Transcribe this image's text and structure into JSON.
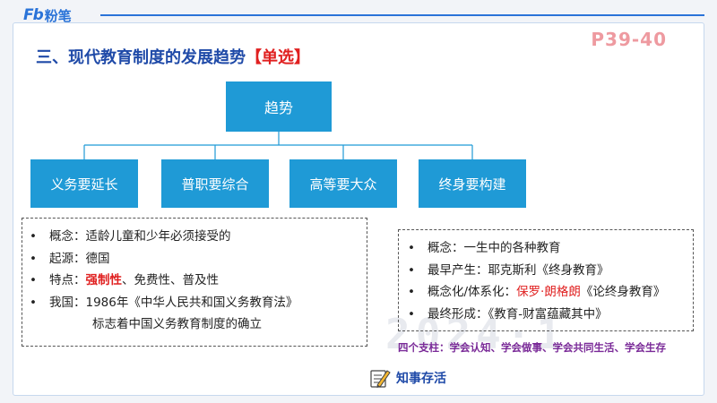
{
  "brand": {
    "logo_text": "Fb",
    "name": "粉笔"
  },
  "title": {
    "main": "三、现代教育制度的发展趋势",
    "tag": "【单选】"
  },
  "page_ref": "P39-40",
  "watermark": "2024·1",
  "tree": {
    "root": "趋势",
    "children": [
      "义务要延长",
      "普职要综合",
      "高等要大众",
      "终身要构建"
    ]
  },
  "left_box": {
    "bullet": "•",
    "concept": "概念：适龄儿童和少年必须接受的",
    "origin": "起源：德国",
    "features_prefix": "特点：",
    "features_emph": "强制性",
    "features_rest": "、免费性、普及性",
    "china_line1": "我国：1986年《中华人民共和国义务教育法》",
    "china_line2": "标志着中国义务教育制度的确立"
  },
  "right_box": {
    "bullet": "•",
    "concept": "概念：一生中的各种教育",
    "earliest": "最早产生：耶克斯利《终身教育》",
    "system_prefix": "概念化/体系化：",
    "system_name": "保罗·朗格朗",
    "system_book": "《论终身教育》",
    "final": "最终形成：《教育-财富蕴藏其中》"
  },
  "pillars": "四个支柱：学会认知、学会做事、学会共同生活、学会生存",
  "knowledge": {
    "icon": "pencil-note-icon",
    "label": "知事存活"
  },
  "colors": {
    "accent": "#2a73d8",
    "node": "#1f9ad6",
    "title": "#1f4aa8",
    "highlight": "#e02020",
    "pillars": "#7a2a98"
  }
}
